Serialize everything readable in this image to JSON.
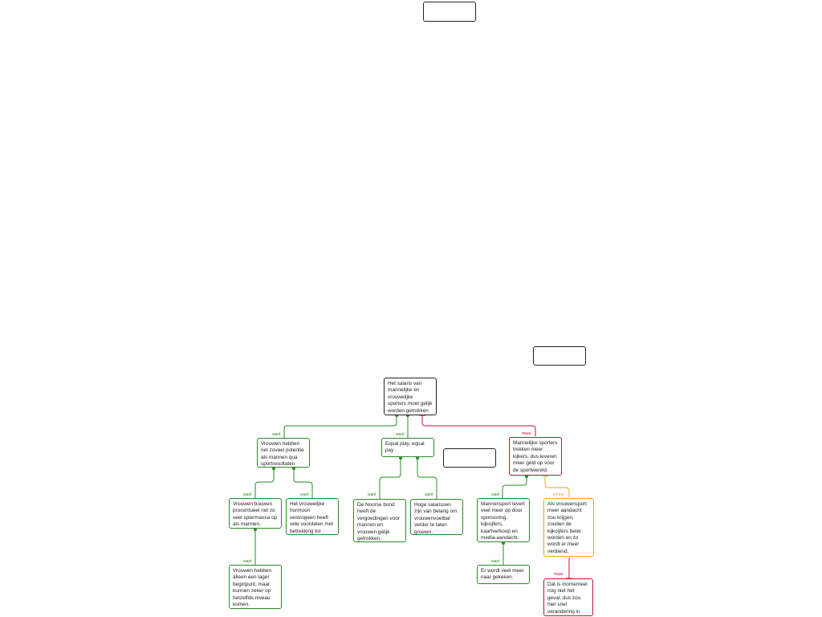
{
  "nodes": {
    "n0": "Het salaris van mannelijke en vrouwelijke sporters moet gelijk worden getrokken",
    "n1": "Vrouwen hebben net zoveel potentie als mannen qua sportresultaten",
    "n2": "Equal play, equal pay",
    "n3": "Mannelijke sporters trekken meer kijkers, dus leveren meer geld op voor de sportwereld.",
    "n4": "Vrouwen bouwen procentueel net zo veel spiermassa op als mannen.",
    "n5": "Het vrouwelijke hormoon oestrogeen heeft vele voordelen met betrekking tot sport.",
    "n6": "De Noorse bond heeft de vergoedingen voor mannen en vrouwen gelijk getrokken.",
    "n7": "Hoge salarissen zijn van belang om vrouwenvoetbal verder te laten groeien.",
    "n8": "Mannensport levert veel meer op door sponsoring, kijkcijfers, kaartverkoop en media-aandacht.",
    "n9": "Als vrouwensport meer aandacht zou krijgen, zouden de kijkcijfers beter worden en zo wordt er meer verdiend.",
    "n10": "Vrouwen hebben alleen een lager beginpunt, maar kunnen zeker op hetzelfde niveau komen.",
    "n11": "Er wordt veel meer naar gekeken.",
    "n12": "Dat is momenteel nog niet het geval, dus zou hier snel verandering in moeten komen."
  },
  "link_labels": {
    "want": "want",
    "maar": "maar",
    "echter": "echter"
  },
  "colors": {
    "support": "#2a8a2a",
    "oppose": "#c8102e",
    "rebuttal": "#e8a13a",
    "neutral": "#222222"
  }
}
